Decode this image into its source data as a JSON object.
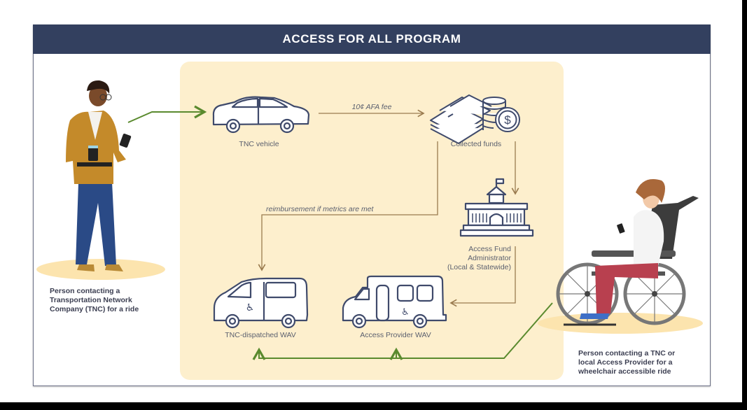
{
  "header": {
    "title": "ACCESS FOR ALL PROGRAM"
  },
  "colors": {
    "banner": "#33405f",
    "panel": "#fdefcd",
    "icon_stroke": "#3f4a6b",
    "flow_arrow_brown": "#9a7b4f",
    "flow_arrow_green": "#5a8a2e"
  },
  "actors": {
    "rider": {
      "label": "Person contacting a Transportation Network Company (TNC) for a ride",
      "lines": [
        "Person contacting a",
        "Transportation Network",
        "Company (TNC) for a ride"
      ]
    },
    "wheelchair_rider": {
      "label": "Person contacting a TNC or local Access Provider for a wheelchair accessible ride",
      "lines": [
        "Person contacting a TNC or",
        "local Access Provider for a",
        "wheelchair accessible ride"
      ]
    }
  },
  "nodes": {
    "tnc_vehicle": {
      "label": "TNC vehicle",
      "icon": "car-icon"
    },
    "collected_funds": {
      "label": "Collected funds",
      "icon": "money-stack-icon"
    },
    "administrator": {
      "label_lines": [
        "Access Fund",
        "Administrator",
        "(Local & Statewide)"
      ],
      "icon": "government-building-icon"
    },
    "tnc_wav": {
      "label": "TNC-dispatched WAV",
      "icon": "accessible-van-icon"
    },
    "provider_wav": {
      "label": "Access Provider WAV",
      "icon": "accessible-shuttle-icon"
    }
  },
  "edges": {
    "fee": {
      "label": "10¢ AFA fee",
      "from": "tnc_vehicle",
      "to": "collected_funds"
    },
    "reimbursement": {
      "label": "reimbursement if metrics are met",
      "from": "collected_funds",
      "to": "tnc_wav"
    },
    "funds_to_admin": {
      "label": "",
      "from": "collected_funds",
      "to": "administrator"
    },
    "admin_to_provider": {
      "label": "",
      "from": "administrator",
      "to": "provider_wav"
    },
    "rider_to_tnc": {
      "label": "",
      "from": "rider",
      "to": "tnc_vehicle"
    },
    "wheelchair_to_wavs": {
      "label": "",
      "from": "wheelchair_rider",
      "to": [
        "tnc_wav",
        "provider_wav"
      ]
    }
  }
}
